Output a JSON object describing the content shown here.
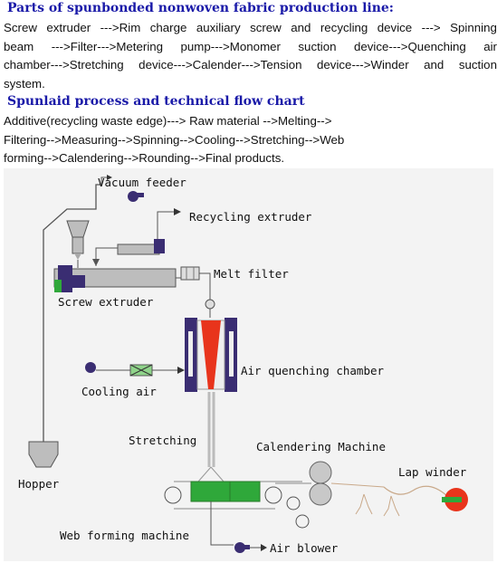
{
  "header1": "Parts of spunbonded nonwoven fabric production line:",
  "text1": {
    "line1_words": [
      "Screw",
      "extruder",
      "--->Rim",
      "charge",
      "auxiliary",
      "screw",
      "and",
      "recycling",
      "device",
      "--->",
      "Spinning"
    ],
    "line2_words": [
      "beam",
      "--->Filter--->Metering",
      "pump--->Monomer",
      "suction",
      "device--->Quenching",
      "air"
    ],
    "line3_words": [
      "chamber--->Stretching",
      "device--->Calender--->Tension",
      "device--->Winder",
      "and",
      "suction"
    ],
    "line4": "system."
  },
  "header2": "Spunlaid process and technical flow chart",
  "text2": {
    "line1": "Additive(recycling waste edge)---> Raw material -->Melting-->",
    "line2": "Filtering-->Measuring-->Spinning-->Cooling-->Stretching-->Web",
    "line3": "forming-->Calendering-->Rounding-->Final products."
  },
  "diagram": {
    "labels": {
      "vacuum_feeder": "Vacuum feeder",
      "recycling_extruder": "Recycling extruder",
      "melt_filter": "Melt filter",
      "screw_extruder": "Screw extruder",
      "air_quenching_chamber": "Air quenching chamber",
      "cooling_air": "Cooling air",
      "stretching": "Stretching",
      "calendering_machine": "Calendering Machine",
      "lap_winder": "Lap winder",
      "hopper": "Hopper",
      "web_forming_machine": "Web forming machine",
      "air_blower": "Air blower"
    },
    "colors": {
      "background": "#f3f3f3",
      "machine_dark": "#3a2d72",
      "hot_red": "#e8341c",
      "green": "#2fa83a",
      "light_green": "#8fd48a",
      "grey": "#bdbdbd"
    }
  }
}
